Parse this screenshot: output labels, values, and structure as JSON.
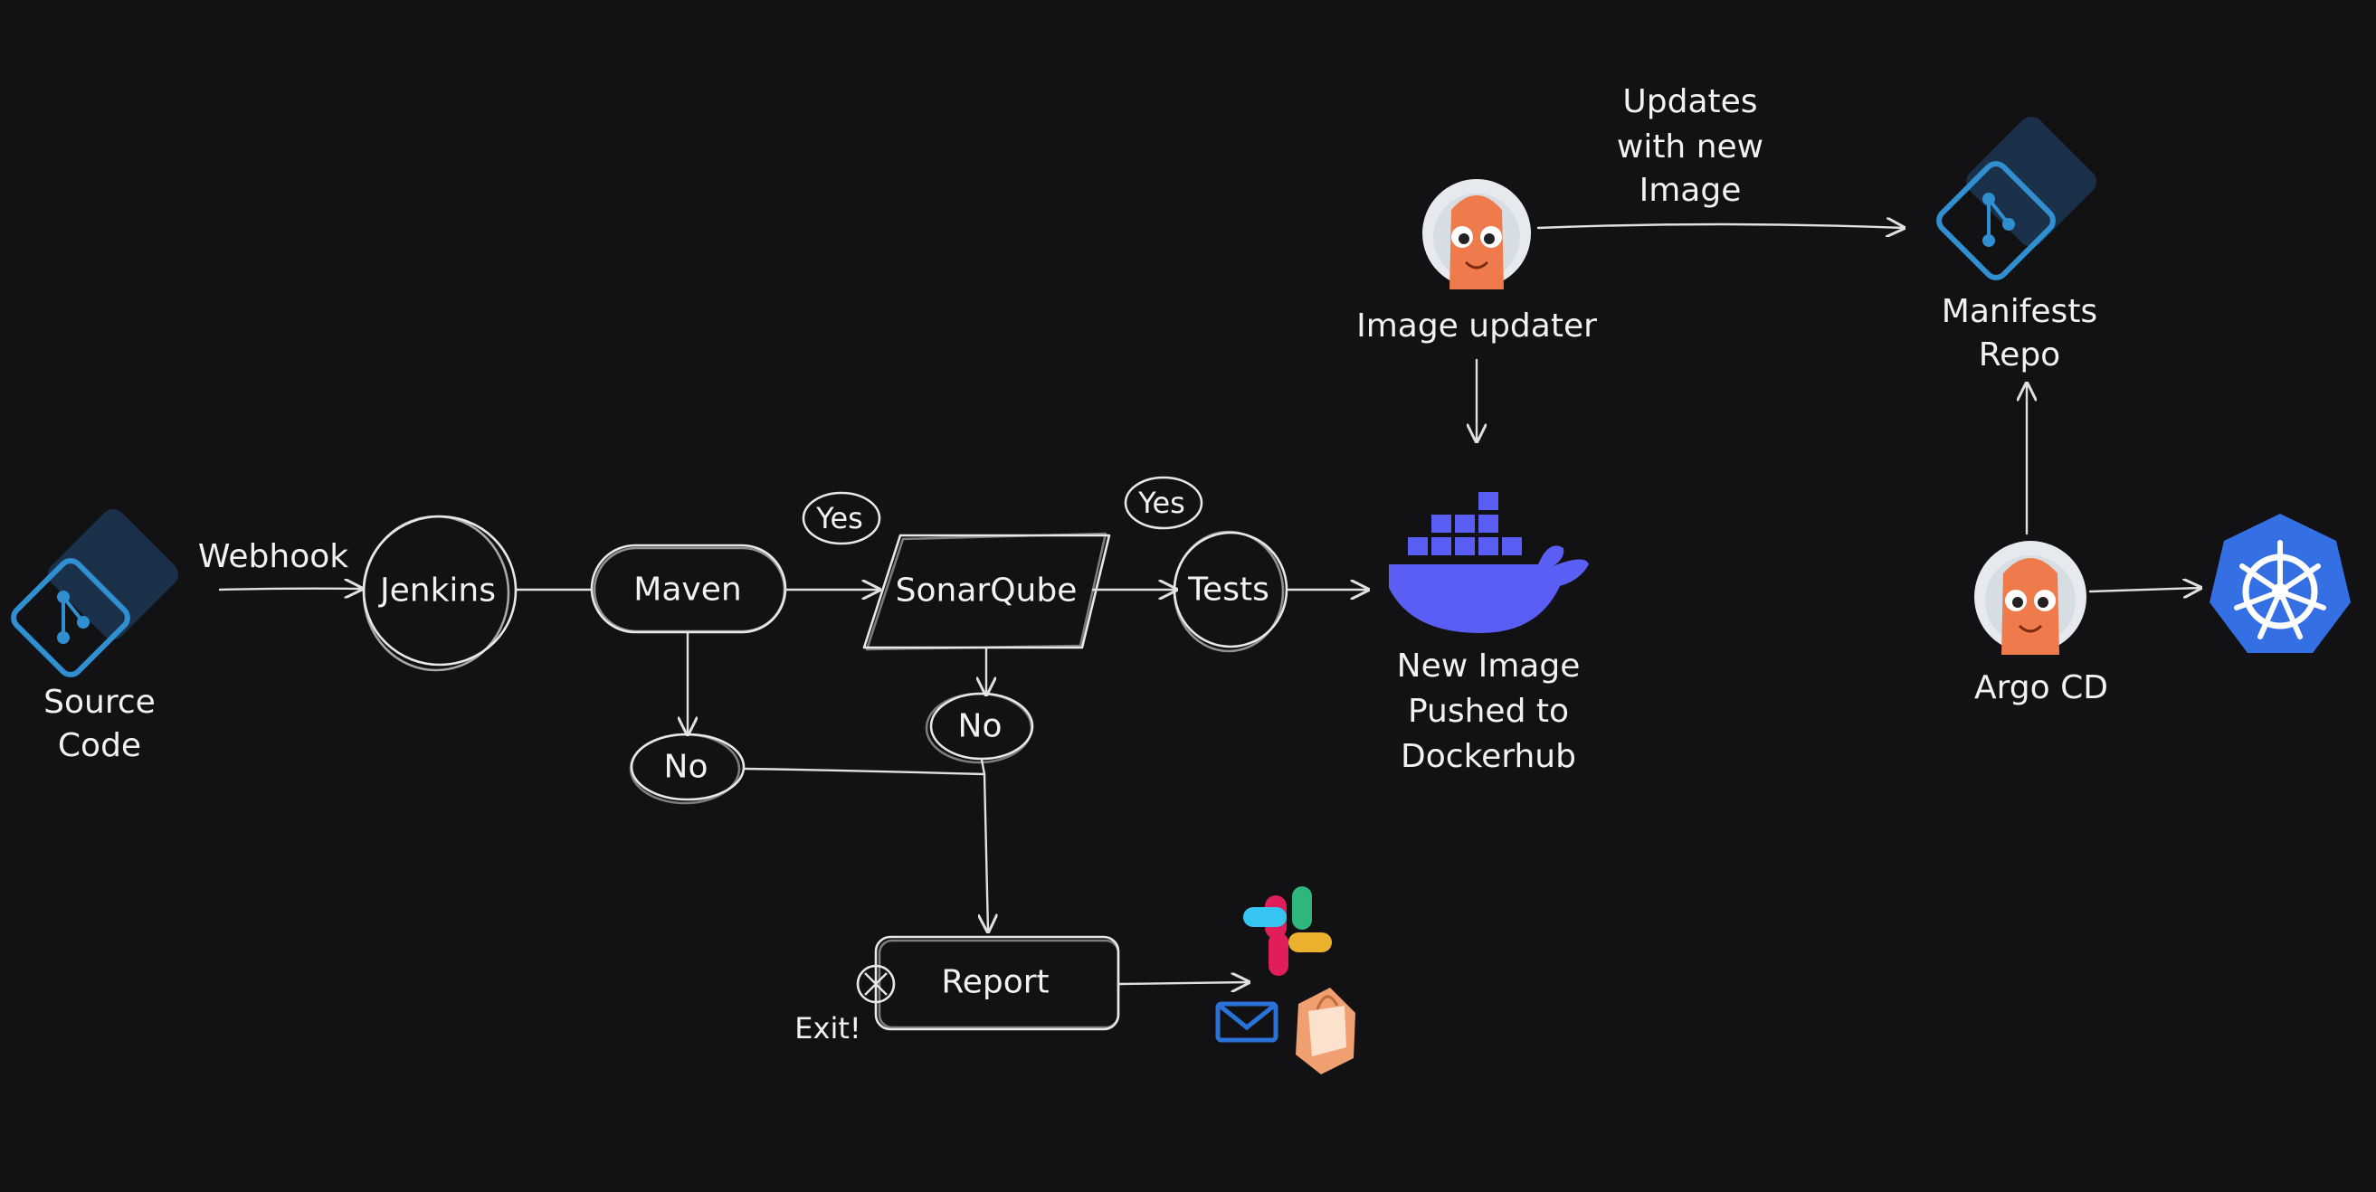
{
  "labels": {
    "source_code": [
      "Source",
      "Code"
    ],
    "webhook": "Webhook",
    "jenkins": "Jenkins",
    "maven": "Maven",
    "sonarqube": "SonarQube",
    "tests": "Tests",
    "yes_sonar": "Yes",
    "yes_tests": "Yes",
    "no_maven": "No",
    "no_sonar": "No",
    "report": "Report",
    "exit": "Exit!",
    "new_image": [
      "New Image",
      "Pushed to",
      "Dockerhub"
    ],
    "image_updater": "Image updater",
    "updates_with_new_image": [
      "Updates",
      "with new",
      "Image"
    ],
    "manifests_repo": [
      "Manifests",
      "Repo"
    ],
    "argo_cd": "Argo CD"
  },
  "icons": {
    "git": "git-icon",
    "docker": "docker-whale-icon",
    "argo": "argo-mascot-icon",
    "kubernetes": "kubernetes-wheel-icon",
    "slack": "slack-icon",
    "email": "email-icon",
    "shopify": "shopping-bag-icon",
    "exit": "exit-circle-icon"
  },
  "colors": {
    "background": "#121113",
    "git_blue": "#2f8fd0",
    "docker_blue": "#5b5ef4",
    "kubernetes_blue": "#3470e4",
    "argo_orange": "#ef7b4d"
  }
}
